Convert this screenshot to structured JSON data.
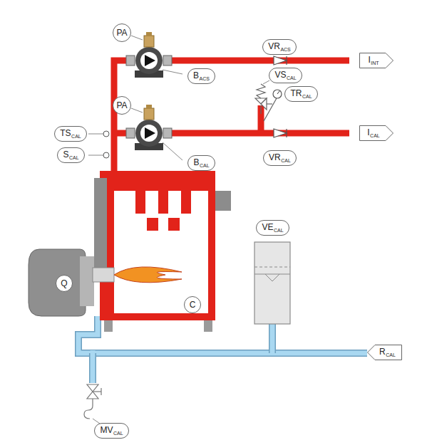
{
  "diagram": {
    "nodes": [
      {
        "text": [
          "PA"
        ]
      },
      {
        "text": [
          "VR",
          "ACS"
        ]
      },
      {
        "text": [
          "I",
          "INT"
        ]
      },
      {
        "text": [
          "B",
          "ACS"
        ]
      },
      {
        "text": [
          "VS",
          "CAL"
        ]
      },
      {
        "text": [
          "PA"
        ]
      },
      {
        "text": [
          "TR",
          "CAL"
        ]
      },
      {
        "text": [
          "TS",
          "CAL"
        ]
      },
      {
        "text": [
          "I",
          "CAL"
        ]
      },
      {
        "text": [
          "S",
          "CAL"
        ]
      },
      {
        "text": [
          "VR",
          "CAL"
        ]
      },
      {
        "text": [
          "B",
          "CAL"
        ]
      },
      {
        "text": [
          "VE",
          "CAL"
        ]
      },
      {
        "text": [
          "Q"
        ]
      },
      {
        "text": [
          "C"
        ]
      },
      {
        "text": [
          "R",
          "CAL"
        ]
      },
      {
        "text": [
          "MV",
          "CAL"
        ]
      }
    ]
  }
}
